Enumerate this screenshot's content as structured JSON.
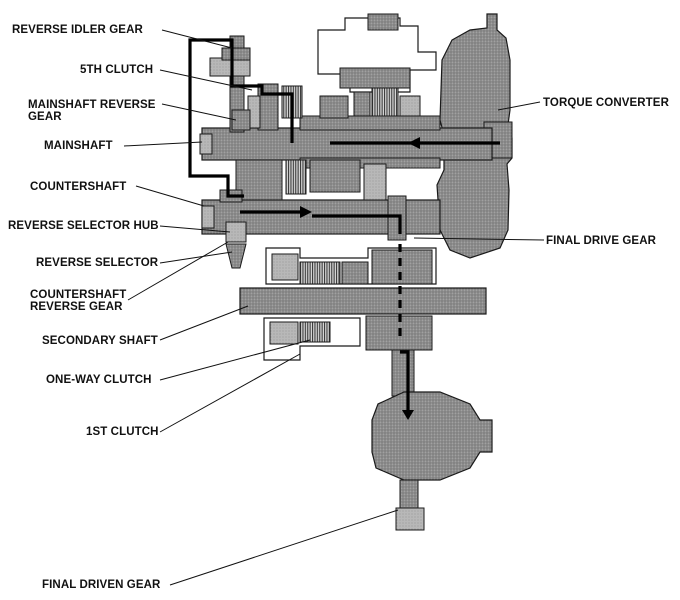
{
  "labels": {
    "reverse_idler_gear": "REVERSE IDLER GEAR",
    "fifth_clutch": "5TH CLUTCH",
    "mainshaft_reverse_gear_l1": "MAINSHAFT REVERSE",
    "mainshaft_reverse_gear_l2": "GEAR",
    "mainshaft": "MAINSHAFT",
    "countershaft": "COUNTERSHAFT",
    "reverse_selector_hub": "REVERSE SELECTOR HUB",
    "reverse_selector": "REVERSE SELECTOR",
    "countershaft_reverse_gear_l1": "COUNTERSHAFT",
    "countershaft_reverse_gear_l2": "REVERSE GEAR",
    "secondary_shaft": "SECONDARY SHAFT",
    "one_way_clutch": "ONE-WAY CLUTCH",
    "first_clutch": "1ST CLUTCH",
    "final_driven_gear": "FINAL DRIVEN GEAR",
    "torque_converter": "TORQUE CONVERTER",
    "final_drive_gear": "FINAL DRIVE GEAR"
  },
  "colors": {
    "housing_fill": "#8c8c8c",
    "shaft_fill": "#9a9a9a",
    "outline": "#1a1a1a",
    "power_flow": "#000000",
    "leader": "#111111"
  }
}
